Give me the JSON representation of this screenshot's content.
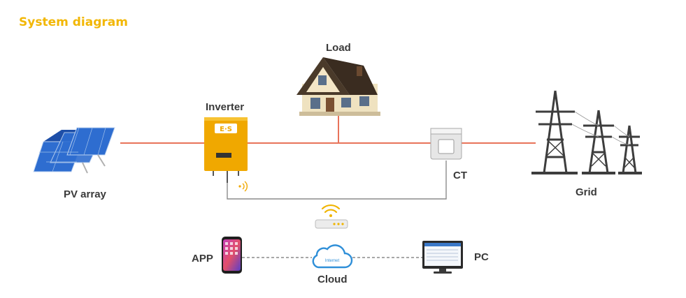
{
  "title": "System diagram",
  "labels": {
    "load": "Load",
    "inverter": "Inverter",
    "pv_array": "PV array",
    "ct": "CT",
    "grid": "Grid",
    "app": "APP",
    "pc": "PC",
    "cloud": "Cloud",
    "cloud_inner": "Internet"
  },
  "colors": {
    "title": "#f2b705",
    "ac_line": "#e8735a",
    "comm_line": "#8c8c8c",
    "inverter": "#f0a800",
    "wifi": "#f0b400",
    "cloud": "#2f8fd8",
    "tower": "#3d3d3d"
  }
}
